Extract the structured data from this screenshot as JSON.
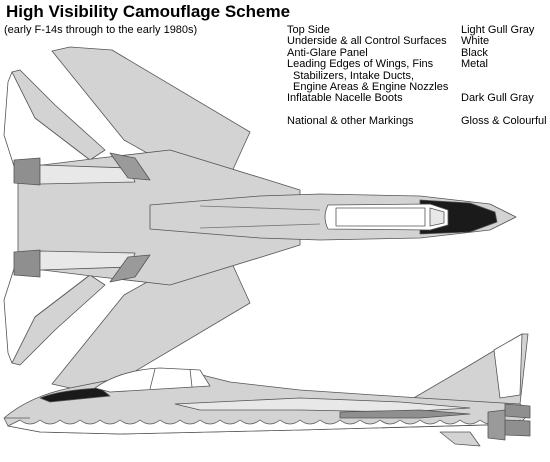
{
  "title": "High Visibility Camouflage Scheme",
  "subtitle": "(early F-14s through to the early 1980s)",
  "legend": {
    "top_side": {
      "label": "Top Side",
      "value": "Light Gull Gray"
    },
    "underside": {
      "label": "Underside & all Control Surfaces",
      "value": "White"
    },
    "anti_glare": {
      "label": "Anti-Glare Panel",
      "value": "Black"
    },
    "leading_edges": {
      "label": "Leading Edges of Wings, Fins",
      "label_line2": "Stabilizers, Intake Ducts,",
      "label_line3": "Engine Areas & Engine Nozzles",
      "value": "Metal"
    },
    "nacelle_boots": {
      "label": "Inflatable Nacelle Boots",
      "value": "Dark Gull Gray"
    },
    "markings": {
      "label": "National & other Markings",
      "value": "Gloss & Colourful"
    }
  },
  "colors": {
    "light_gull_gray": "#d3d3d3",
    "white": "#ffffff",
    "black": "#1a1a1a",
    "metal": "#8f8f8f",
    "dark_gull_gray": "#9a9a9a",
    "outline": "#555555"
  }
}
